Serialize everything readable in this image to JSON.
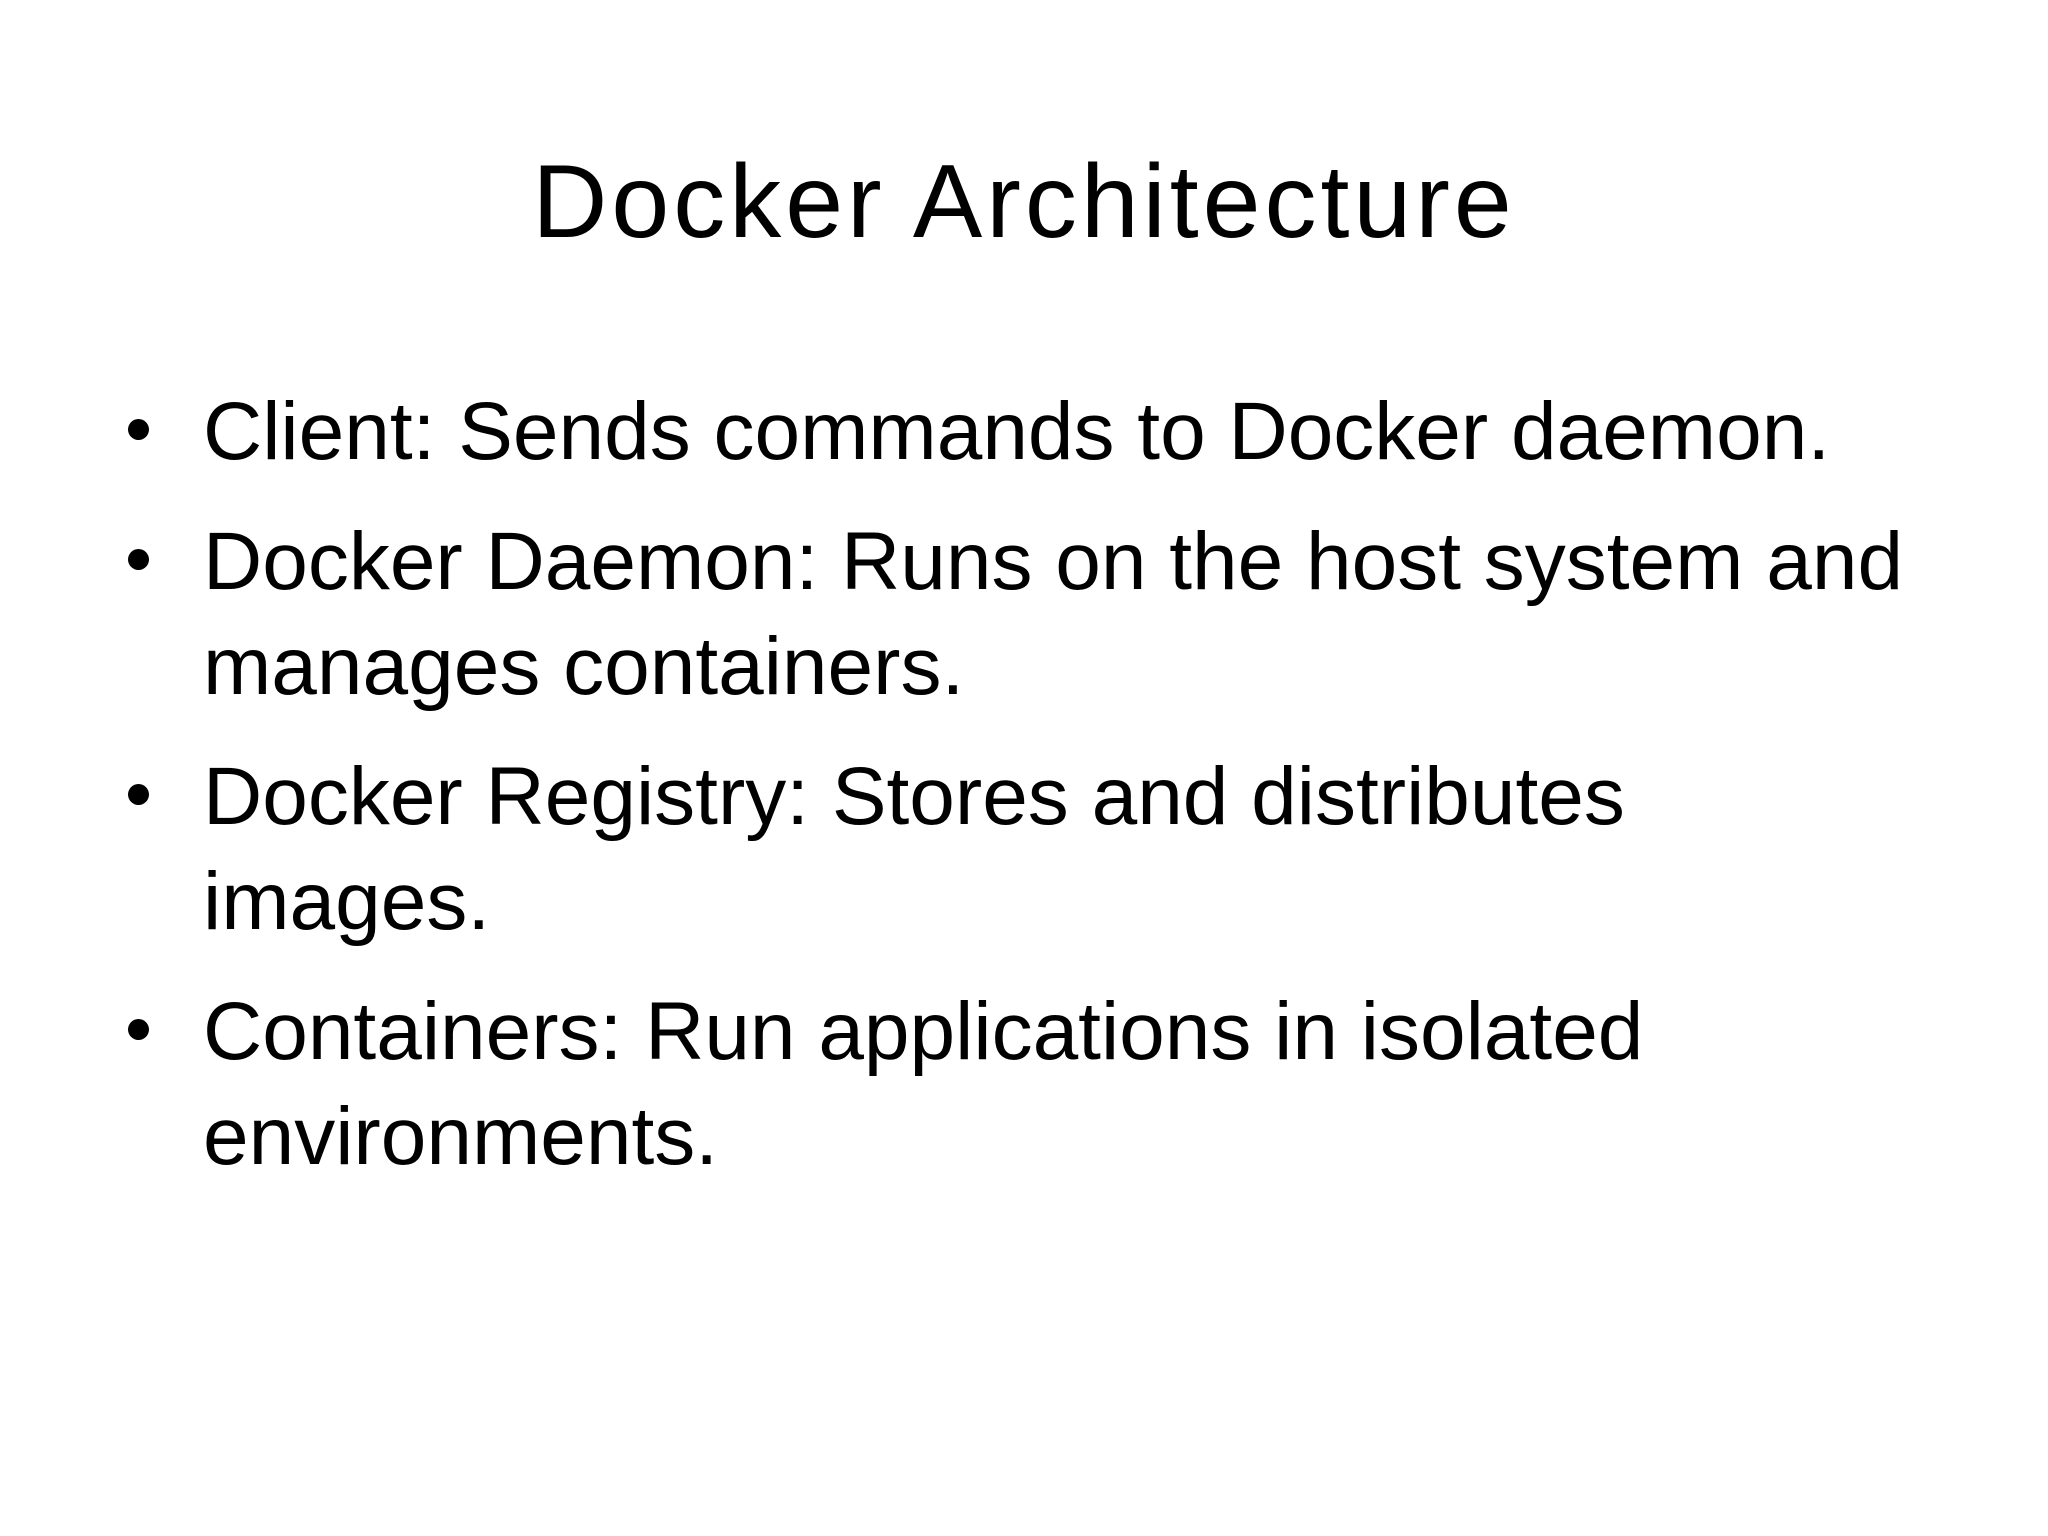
{
  "slide": {
    "title": "Docker Architecture",
    "bullets": [
      "Client: Sends commands to Docker daemon.",
      "Docker Daemon: Runs on the host system and\nmanages containers.",
      "Docker Registry: Stores and distributes\nimages.",
      "Containers: Run applications in isolated\nenvironments."
    ],
    "colors": {
      "background": "#ffffff",
      "text": "#000000"
    }
  }
}
